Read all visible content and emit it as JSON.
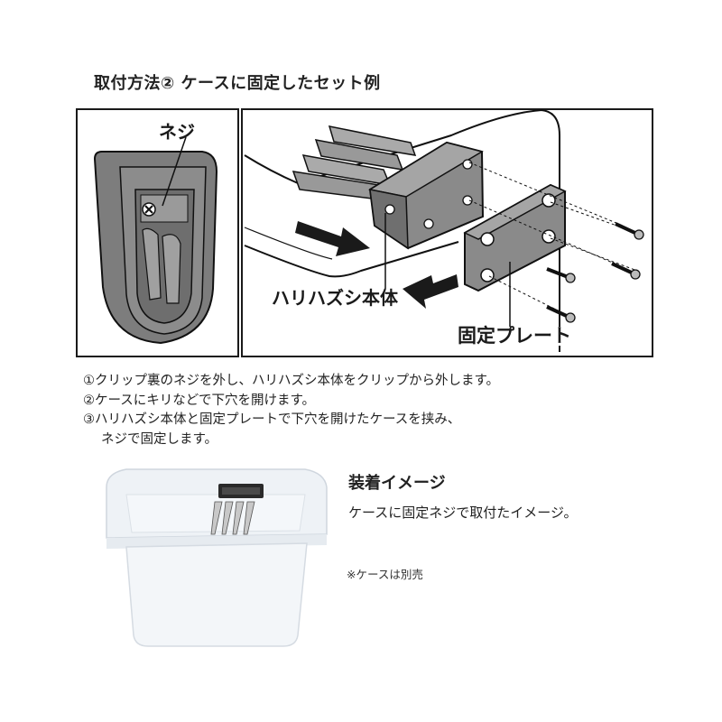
{
  "header": {
    "title": "取付方法② ケースに固定したセット例"
  },
  "diagram": {
    "screw_label": "ネジ",
    "body_label": "ハリハズシ本体",
    "plate_label": "固定プレート"
  },
  "steps": [
    "①クリップ裏のネジを外し、ハリハズシ本体をクリップから外します。",
    "②ケースにキリなどで下穴を開けます。",
    "③ハリハズシ本体と固定プレートで下穴を開けたケースを挟み、",
    "ネジで固定します。"
  ],
  "mount": {
    "title": "装着イメージ",
    "description": "ケースに固定ネジで取付たイメージ。",
    "note": "※ケースは別売"
  }
}
